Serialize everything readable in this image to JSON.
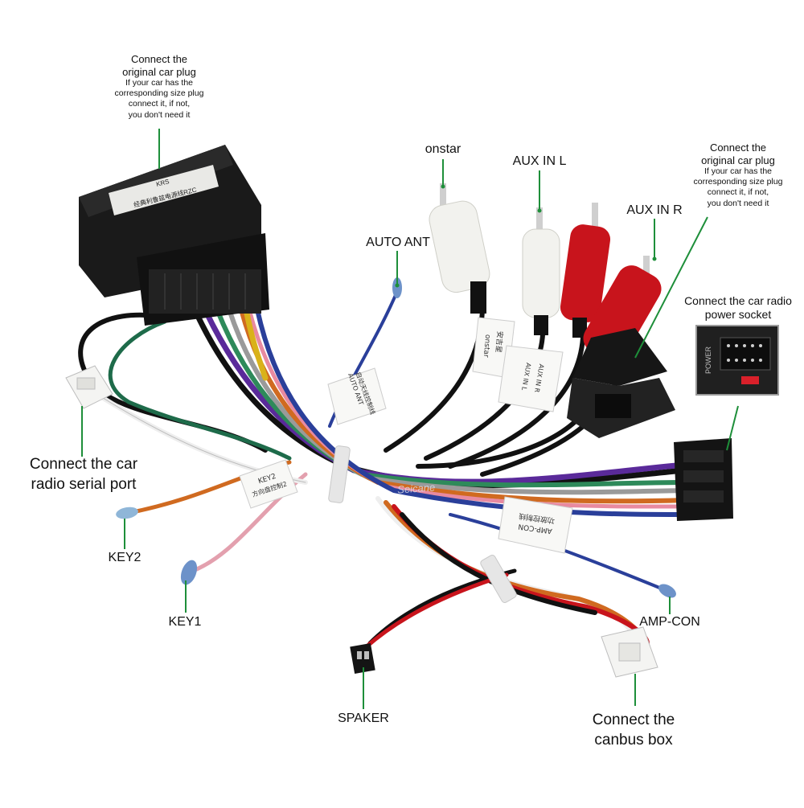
{
  "labels": {
    "top_plug_title": "Connect the\noriginal car plug",
    "top_plug_note": "If your car has the\ncorresponding size plug\nconnect it, if not,\nyou don't need it",
    "right_plug_title": "Connect the\noriginal car plug",
    "right_plug_note": "If your car has the\ncorresponding size plug\nconnect it, if not,\nyou don't need it",
    "onstar": "onstar",
    "aux_in_l": "AUX IN L",
    "aux_in_r": "AUX IN R",
    "auto_ant": "AUTO ANT",
    "power_socket": "Connect the car radio\npower socket",
    "serial_port": "Connect the car\nradio  serial port",
    "key2": "KEY2",
    "key1": "KEY1",
    "amp_con": "AMP-CON",
    "spaker": "SPAKER",
    "canbus": "Connect the\ncanbus box"
  },
  "photo_text": {
    "box_line1": "KRS",
    "box_line2": "经典利鲁兹电源线RZC",
    "power_panel": "POWER",
    "tag_key2_line1": "KEY2",
    "tag_key2_line2": "方向盘控制2",
    "tag_auto_ant_line1": "AUTO ANT",
    "tag_auto_ant_line2": "自动天线控制线",
    "tag_onstar_line1": "安吉星",
    "tag_onstar_line2": "onstar",
    "tag_aux_line1": "AUX IN R",
    "tag_aux_line2": "AUX IN L",
    "tag_amp_line1": "AMP-CON",
    "tag_amp_line2": "功放控制线",
    "watermark": "Seicane"
  },
  "colors": {
    "leader_line": "#1e8f3a",
    "connector_black": "#151515",
    "rca_white": "#f2f2ee",
    "rca_red": "#c8141c",
    "wire_purple": "#5a2a9a",
    "wire_orange": "#e0701e",
    "wire_green": "#2e8a5a",
    "wire_blue": "#2a3f9a"
  }
}
